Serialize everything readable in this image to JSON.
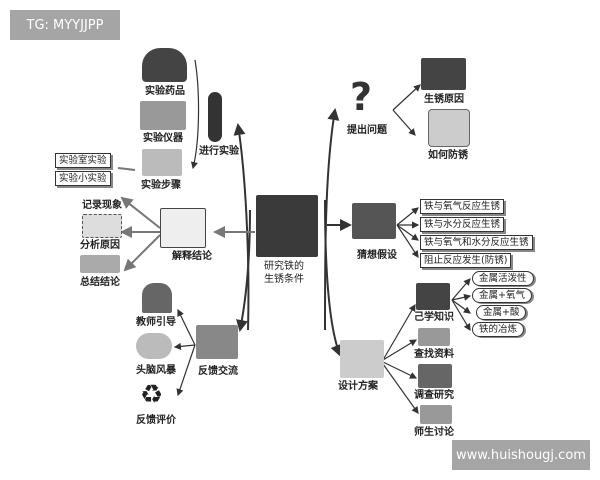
{
  "watermark_top": "TG: MYYJJPP",
  "watermark_bottom": "www.huishougj.com",
  "center": {
    "line1": "研究铁的",
    "line2": "生锈条件"
  },
  "left": {
    "experiment": {
      "label": "进行实验",
      "items": [
        "实验药品",
        "实验仪器",
        "实验步骤"
      ],
      "types": [
        "实验室实验",
        "实验小实验"
      ]
    },
    "conclusion": {
      "label": "解释结论",
      "items": [
        "记录现象",
        "分析原因",
        "总结结论"
      ]
    },
    "feedback": {
      "label": "反馈交流",
      "items": [
        "教师引导",
        "头脑风暴",
        "反馈评价"
      ]
    }
  },
  "right": {
    "question": {
      "label": "提出问题",
      "items": [
        "生锈原因",
        "如何防锈"
      ]
    },
    "hypothesis": {
      "label": "猜想假设",
      "items": [
        "铁与氧气反应生锈",
        "铁与水分反应生锈",
        "铁与氧气和水分反应生锈",
        "阻止反应发生(防锈)"
      ]
    },
    "design": {
      "label": "设计方案",
      "items": [
        "己学知识",
        "查找资料",
        "调查研究",
        "师生讨论"
      ],
      "knowledge": [
        "金属活泼性",
        "金属+氧气",
        "金属+酸",
        "铁的冶炼"
      ]
    }
  }
}
